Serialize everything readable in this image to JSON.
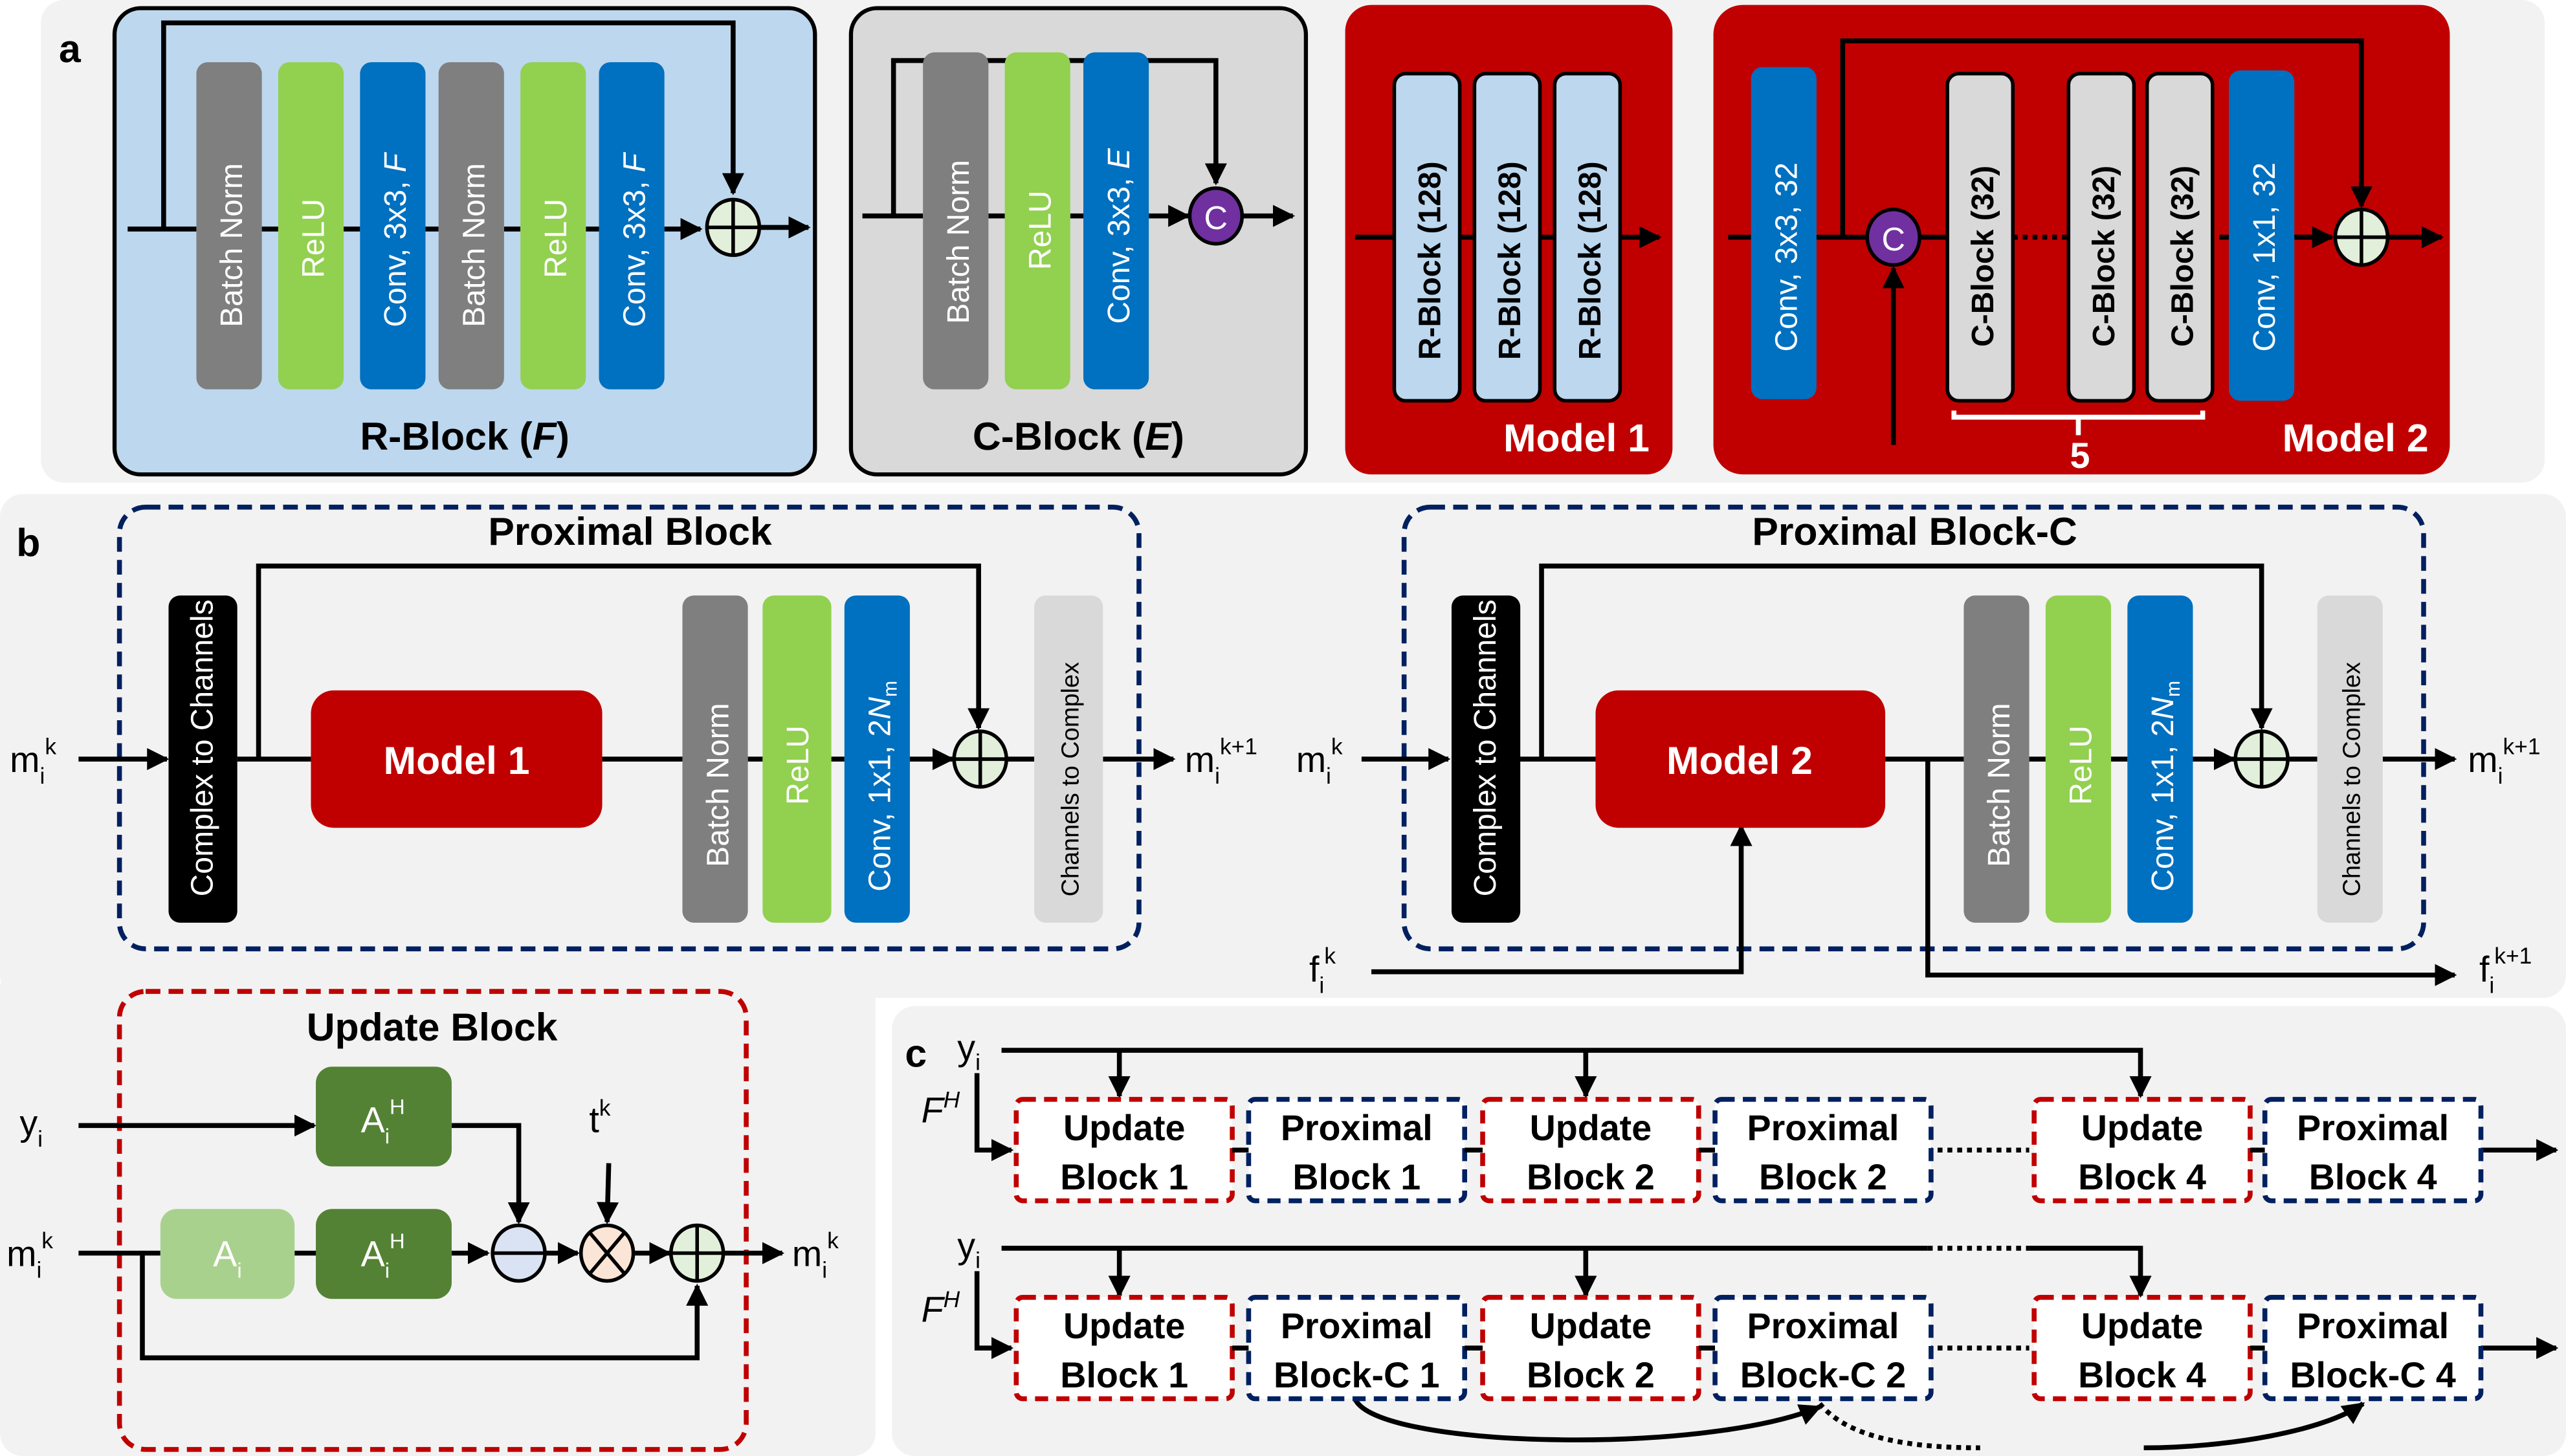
{
  "colors": {
    "panel_bg": "#f2f2f2",
    "rblock_bg": "#bdd7ee",
    "cblock_bg": "#d9d9d9",
    "model_red": "#c00000",
    "batchnorm_gray": "#7f7f7f",
    "relu_green": "#92d050",
    "conv_blue": "#0070c0",
    "concat_purple": "#7030a0",
    "proximal_dash": "#002060",
    "update_dash": "#c00000",
    "adjoint_green": "#548235",
    "forward_green": "#a9d18e",
    "c2c_black": "#000000",
    "ch2c_gray": "#d9d9d9",
    "sum_fill": "#e2efda",
    "sub_fill": "#dae3f3",
    "mul_fill": "#fbe5d6"
  },
  "panel_a": {
    "letter": "a",
    "rblock": {
      "layers": [
        "Batch Norm",
        "ReLU",
        "Conv, 3x3, ",
        "Batch Norm",
        "ReLU",
        "Conv, 3x3, "
      ],
      "conv_param": "F",
      "title_prefix": "R-Block (",
      "title_param": "F",
      "title_suffix": ")"
    },
    "cblock": {
      "layers": [
        "Batch Norm",
        "ReLU",
        "Conv, 3x3, "
      ],
      "conv_param": "E",
      "concat_symbol": "C",
      "title_prefix": "C-Block (",
      "title_param": "E",
      "title_suffix": ")"
    },
    "model1": {
      "blocks": [
        "R-Block (128)",
        "R-Block (128)",
        "R-Block (128)"
      ],
      "title": "Model 1"
    },
    "model2": {
      "first_conv": "Conv, 3x3, 32",
      "concat_symbol": "C",
      "blocks": [
        "C-Block (32)",
        "C-Block (32)",
        "C-Block (32)"
      ],
      "repeat_count": "5",
      "last_conv": "Conv, 1x1, 32",
      "title": "Model 2"
    }
  },
  "panel_b": {
    "letter": "b",
    "proximal": {
      "title": "Proximal Block",
      "c2ch": "Complex to Channels",
      "model": "Model 1",
      "layers": [
        "Batch Norm",
        "ReLU",
        "Conv, 1x1, 2"
      ],
      "conv_param": "N",
      "conv_param_sub": "m",
      "ch2c": "Channels to Complex",
      "input": {
        "base": "m",
        "sub": "i",
        "sup": "k"
      },
      "output": {
        "base": "m",
        "sub": "i",
        "sup": "k+1"
      }
    },
    "proximal_c": {
      "title": "Proximal Block-C",
      "c2ch": "Complex to Channels",
      "model": "Model 2",
      "layers": [
        "Batch Norm",
        "ReLU",
        "Conv, 1x1, 2"
      ],
      "conv_param": "N",
      "conv_param_sub": "m",
      "ch2c": "Channels to Complex",
      "input": {
        "base": "m",
        "sub": "i",
        "sup": "k"
      },
      "output": {
        "base": "m",
        "sub": "i",
        "sup": "k+1"
      },
      "feat_in": {
        "base": "f",
        "sub": "i",
        "sup": "k"
      },
      "feat_out": {
        "base": "f",
        "sub": "i",
        "sup": "k+1"
      }
    },
    "update": {
      "title": "Update Block",
      "y_input": {
        "base": "y",
        "sub": "i"
      },
      "m_input": {
        "base": "m",
        "sub": "i",
        "sup": "k"
      },
      "m_output": {
        "base": "m",
        "sub": "i",
        "sup": "k"
      },
      "step": {
        "base": "t",
        "sup": "k"
      },
      "adjoint": {
        "base": "A",
        "sub": "i",
        "sup": "H"
      },
      "forward": {
        "base": "A",
        "sub": "i"
      }
    }
  },
  "panel_c": {
    "letter": "c",
    "y_label": {
      "base": "y",
      "sub": "i"
    },
    "fh_label": {
      "base": "F",
      "sup": "H"
    },
    "row1": [
      {
        "kind": "update",
        "line1": "Update",
        "line2": "Block 1"
      },
      {
        "kind": "proximal",
        "line1": "Proximal",
        "line2": "Block 1"
      },
      {
        "kind": "update",
        "line1": "Update",
        "line2": "Block 2"
      },
      {
        "kind": "proximal",
        "line1": "Proximal",
        "line2": "Block 2"
      },
      {
        "kind": "update",
        "line1": "Update",
        "line2": "Block 4"
      },
      {
        "kind": "proximal",
        "line1": "Proximal",
        "line2": "Block 4"
      }
    ],
    "row2": [
      {
        "kind": "update",
        "line1": "Update",
        "line2": "Block 1"
      },
      {
        "kind": "proximal",
        "line1": "Proximal",
        "line2": "Block-C 1"
      },
      {
        "kind": "update",
        "line1": "Update",
        "line2": "Block 2"
      },
      {
        "kind": "proximal",
        "line1": "Proximal",
        "line2": "Block-C 2"
      },
      {
        "kind": "update",
        "line1": "Update",
        "line2": "Block 4"
      },
      {
        "kind": "proximal",
        "line1": "Proximal",
        "line2": "Block-C 4"
      }
    ]
  }
}
